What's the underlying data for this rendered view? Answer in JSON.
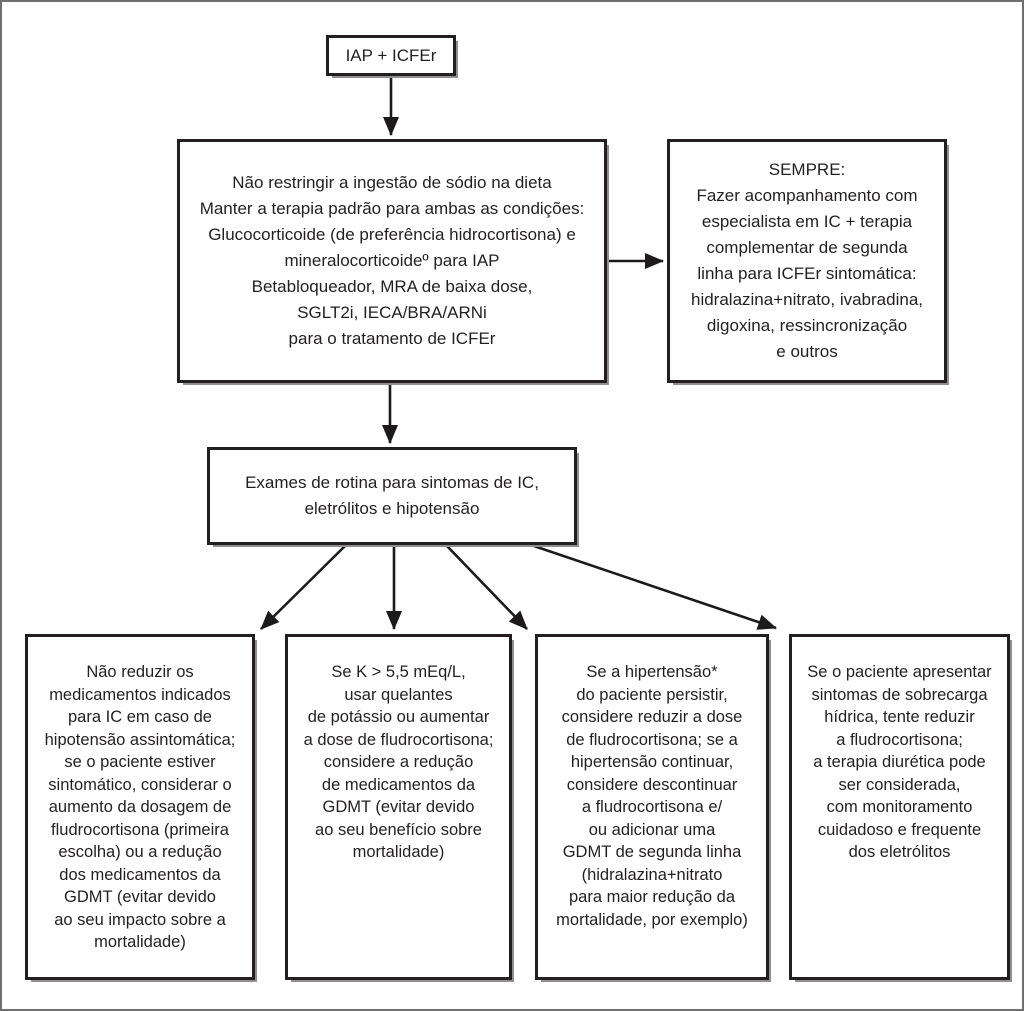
{
  "colors": {
    "background": "#ffffff",
    "box_border": "#231f20",
    "arrow": "#1d1a1b",
    "outer_border": "#6e6e6e",
    "text": "#231f20"
  },
  "flowchart": {
    "start": "IAP + ICFEr",
    "standard_therapy": "Não restringir a ingestão de sódio na dieta\nManter a terapia padrão para ambas as condições:\nGlucocorticoide (de preferência hidrocortisona) e\nmineralocorticoideº para IAP\nBetabloqueador, MRA de baixa dose,\nSGLT2i, IECA/BRA/ARNi\npara o tratamento de ICFEr",
    "always": "SEMPRE:\nFazer acompanhamento com\nespecialista em IC + terapia\ncomplementar de segunda\nlinha para ICFEr sintomática:\nhidralazina+nitrato, ivabradina,\ndigoxina, ressincronização\ne outros",
    "routine_exams": "Exames de rotina para sintomas de IC,\neletrólitos e hipotensão",
    "branches": [
      {
        "text": "Não reduzir os\nmedicamentos indicados\npara IC em caso de\nhipotensão assintomática;\nse o paciente estiver\nsintomático, considerar o\naumento da dosagem de\nfludrocortisona (primeira\nescolha) ou a redução\ndos medicamentos da\nGDMT (evitar devido\nao seu impacto sobre a\nmortalidade)"
      },
      {
        "text": "Se K > 5,5 mEq/L,\nusar quelantes\nde potássio ou aumentar\na dose de fludrocortisona;\nconsidere a redução\nde medicamentos da\nGDMT (evitar devido\nao seu benefício sobre\nmortalidade)"
      },
      {
        "text": "Se a hipertensão*\ndo paciente persistir,\nconsidere reduzir a dose\nde fludrocortisona; se a\nhipertensão continuar,\nconsidere descontinuar\na fludrocortisona e/\nou adicionar uma\nGDMT de segunda linha\n(hidralazina+nitrato\npara maior redução da\nmortalidade, por exemplo)"
      },
      {
        "text": "Se o paciente apresentar\nsintomas de sobrecarga\nhídrica, tente reduzir\na fludrocortisona;\na terapia diurética pode\nser considerada,\ncom monitoramento\ncuidadoso e frequente\ndos eletrólitos"
      }
    ]
  }
}
